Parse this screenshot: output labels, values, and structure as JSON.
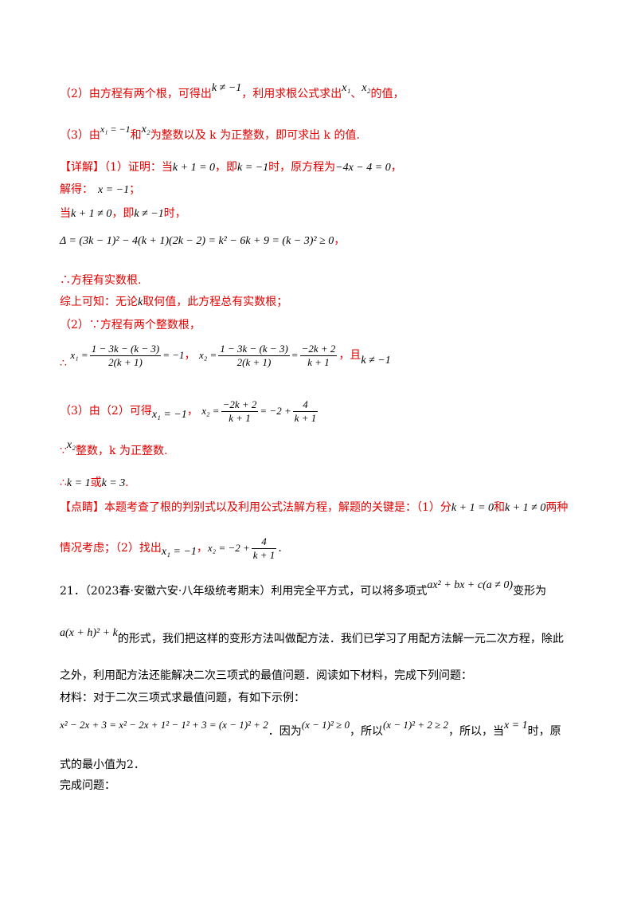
{
  "p2_hint": {
    "prefix": "（2）由方程有两个根，可得出",
    "math1": "k ≠ −1",
    "mid": "，利用求根公式求出",
    "x1": "x₁",
    "sep": "、",
    "x2": "x₂",
    "suffix": "的值，"
  },
  "p3_hint": {
    "prefix": "（3）由",
    "math1": "x₁ = −1",
    "and": "和",
    "x2": "x₂",
    "suffix": "为整数以及 k 为正整数，即可求出 k 的值."
  },
  "detail": {
    "tag": "【详解】",
    "l1_a": "（1）证明：当",
    "l1_m1": "k + 1 = 0",
    "l1_b": "，即",
    "l1_m2": "k = −1",
    "l1_c": "时，原方程为",
    "l1_m3": "−4x − 4 = 0",
    "l1_d": "，",
    "l2_a": "解得：",
    "l2_m": "x = −1",
    "l2_b": "；",
    "l3_a": "当",
    "l3_m1": "k + 1 ≠ 0",
    "l3_b": "，即",
    "l3_m2": "k ≠ −1",
    "l3_c": "时，",
    "l4_m": "Δ = (3k − 1)² − 4(k + 1)(2k − 2) = k² − 6k + 9 = (k − 3)² ≥ 0",
    "l4_end": "，",
    "l5": "∴方程有实数根.",
    "l6_a": "综上可知：无论",
    "l6_m": "k",
    "l6_b": "取何值，此方程总有实数根；",
    "l7": "（2）∵方程有两个整数根，",
    "l8_therefore": "∴",
    "x1_lhs": "x₁ =",
    "x1_num": "1 − 3k − (k − 3)",
    "x1_den": "2(k + 1)",
    "x1_rhs": "= −1",
    "x2_lhs": "x₂ =",
    "x2_num1": "1 − 3k − (k − 3)",
    "x2_den1": "2(k + 1)",
    "x2_eq": "=",
    "x2_num2": "−2k + 2",
    "x2_den2": "k + 1",
    "l8_comma": "，",
    "l8_and": "，且",
    "l8_m": "k ≠ −1",
    "l9_a": "（3）由（2）可得",
    "l9_m1": "x₁ = −1",
    "l9_comma": "，",
    "l9_lhs": "x₂ =",
    "l9_num1": "−2k + 2",
    "l9_den1": "k + 1",
    "l9_mid": "= −2 +",
    "l9_num2": "4",
    "l9_den2": "k + 1",
    "l10_because": "∵",
    "l10_x2": "x₂",
    "l10_b": "整数，k 为正整数.",
    "l11_a": "∴",
    "l11_m1": "k = 1",
    "l11_or": "或",
    "l11_m2": "k = 3",
    "l11_end": "."
  },
  "comment": {
    "tag": "【点睛】",
    "l1_a": "本题考查了根的判别式以及利用公式法解方程，解题的关键是：（1）分",
    "l1_m1": "k + 1 = 0",
    "l1_and": "和",
    "l1_m2": "k + 1 ≠ 0",
    "l1_b": "两种",
    "l2_a": "情况考虑；（2）找出",
    "l2_m1": "x₁ = −1",
    "l2_comma": "，",
    "l2_lhs": "x₂ = −2 +",
    "l2_num": "4",
    "l2_den": "k + 1",
    "l2_end": "."
  },
  "q21": {
    "l1_a": "21．（2023春·安徽六安·八年级统考期末）利用完全平方式，可以将多项式",
    "l1_m": "ax² + bx + c(a ≠ 0)",
    "l1_b": "变形为",
    "l2_m": "a(x + h)² + k",
    "l2_b": "的形式，我们把这样的变形方法叫做配方法．我们已学习了用配方法解一元二次方程，除此",
    "l3": "之外，利用配方法还能解决二次三项式的最值问题．阅读如下材料，完成下列问题：",
    "l4": "材料：对于二次三项式求最值问题，有如下示例：",
    "l5_m1": "x² − 2x + 3 = x² − 2x + 1² − 1² + 3 = (x − 1)² + 2",
    "l5_a": "．因为",
    "l5_m2": "(x − 1)² ≥ 0",
    "l5_b": "，所以",
    "l5_m3": "(x − 1)² + 2 ≥ 2",
    "l5_c": "，所以，当",
    "l5_m4": "x = 1",
    "l5_d": "时，原",
    "l6": "式的最小值为2．",
    "l7": "完成问题："
  }
}
